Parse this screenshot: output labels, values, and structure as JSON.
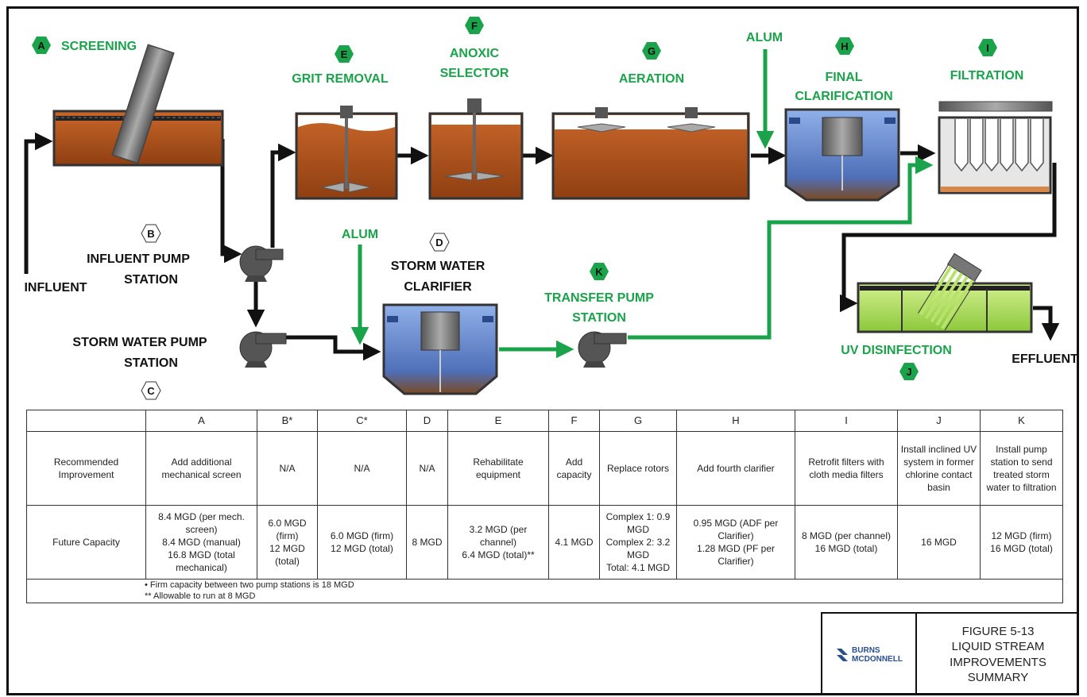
{
  "stages": {
    "A": {
      "letter": "A",
      "label": "SCREENING"
    },
    "B": {
      "letter": "B",
      "label_lines": [
        "INFLUENT PUMP",
        "STATION"
      ]
    },
    "C": {
      "letter": "C",
      "label_lines": [
        "STORM WATER PUMP",
        "STATION"
      ]
    },
    "D": {
      "letter": "D",
      "label_lines": [
        "STORM WATER",
        "CLARIFIER"
      ]
    },
    "E": {
      "letter": "E",
      "label": "GRIT REMOVAL"
    },
    "F": {
      "letter": "F",
      "label_lines": [
        "ANOXIC",
        "SELECTOR"
      ]
    },
    "G": {
      "letter": "G",
      "label": "AERATION"
    },
    "H": {
      "letter": "H",
      "label_lines": [
        "FINAL",
        "CLARIFICATION"
      ]
    },
    "I": {
      "letter": "I",
      "label": "FILTRATION"
    },
    "J": {
      "letter": "J",
      "label": "UV DISINFECTION"
    },
    "K": {
      "letter": "K",
      "label_lines": [
        "TRANSFER PUMP",
        "STATION"
      ]
    }
  },
  "flow_labels": {
    "influent": "INFLUENT",
    "effluent": "EFFLUENT",
    "alum_top": "ALUM",
    "alum_storm": "ALUM"
  },
  "table": {
    "headers": [
      "",
      "A",
      "B*",
      "C*",
      "D",
      "E",
      "F",
      "G",
      "H",
      "I",
      "J",
      "K"
    ],
    "improvement_row_label": "Recommended Improvement",
    "improvements": [
      "Add additional mechanical screen",
      "N/A",
      "N/A",
      "N/A",
      "Rehabilitate equipment",
      "Add capacity",
      "Replace rotors",
      "Add fourth clarifier",
      "Retrofit filters with cloth media filters",
      "Install inclined UV system in former chlorine contact basin",
      "Install pump station to send treated storm water to filtration"
    ],
    "capacity_row_label": "Future Capacity",
    "capacities": [
      [
        "8.4 MGD (per mech. screen)",
        "8.4 MGD (manual)",
        "16.8 MGD (total mechanical)"
      ],
      [
        "6.0 MGD (firm)",
        "12 MGD (total)"
      ],
      [
        "6.0 MGD (firm)",
        "12 MGD (total)"
      ],
      [
        "8 MGD"
      ],
      [
        "3.2 MGD (per channel)",
        "6.4 MGD (total)**"
      ],
      [
        "4.1 MGD"
      ],
      [
        "Complex 1: 0.9 MGD",
        "Complex 2: 3.2 MGD",
        "Total: 4.1 MGD"
      ],
      [
        "0.95 MGD (ADF per Clarifier)",
        "1.28 MGD (PF per Clarifier)"
      ],
      [
        "8 MGD (per channel)",
        "16 MGD (total)"
      ],
      [
        "16 MGD"
      ],
      [
        "12 MGD (firm)",
        "16 MGD (total)"
      ]
    ],
    "notes": [
      "•   Firm capacity between two pump stations is 18 MGD",
      "** Allowable to run at 8 MGD"
    ]
  },
  "title_block": {
    "logo_text_1": "BURNS",
    "logo_text_2": "MCDONNELL",
    "title_lines": [
      "FIGURE 5-13",
      "LIQUID STREAM",
      "IMPROVEMENTS",
      "SUMMARY"
    ]
  },
  "colors": {
    "green": "#1aa34a",
    "sludge": "#b5531c",
    "water": "#6f93d6",
    "uv_green": "#b7e36b"
  }
}
